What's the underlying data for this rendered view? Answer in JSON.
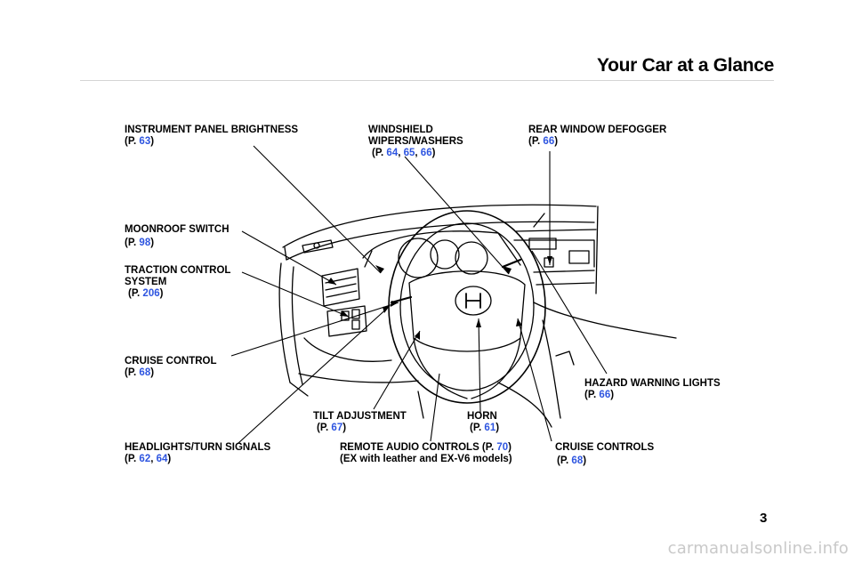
{
  "header": {
    "title": "Your Car at a Glance"
  },
  "page_number": "3",
  "watermark": "carmanualsonline.info",
  "callouts": {
    "instrument_panel": {
      "label": "INSTRUMENT  PANEL  BRIGHTNESS",
      "pre": "(P. ",
      "p1": "63",
      "post": ")"
    },
    "wipers": {
      "label1": "WINDSHIELD",
      "label2": "WIPERS/WASHERS",
      "pre": "(P. ",
      "p1": "64",
      "p2": "65",
      "p3": "66",
      "post": ")"
    },
    "defogger": {
      "label": "REAR WINDOW DEFOGGER",
      "pre": "(P. ",
      "p1": "66",
      "post": ")"
    },
    "moonroof": {
      "label": "MOONROOF  SWITCH",
      "pre": "(P. ",
      "p1": "98",
      "post": ")"
    },
    "traction": {
      "label1": "TRACTION CONTROL",
      "label2": "SYSTEM",
      "pre": "(P. ",
      "p1": "206",
      "post": ")"
    },
    "cruise_control": {
      "label": "CRUISE CONTROL",
      "pre": "(P. ",
      "p1": "68",
      "post": ")"
    },
    "hazard": {
      "label": "HAZARD  WARNING  LIGHTS",
      "pre": "(P. ",
      "p1": "66",
      "post": ")"
    },
    "tilt": {
      "label": "TILT  ADJUSTMENT",
      "pre": "(P. ",
      "p1": "67",
      "post": ")"
    },
    "horn": {
      "label": "HORN",
      "pre": "(P. ",
      "p1": "61",
      "post": ")"
    },
    "headlights": {
      "label": "HEADLIGHTS/TURN   SIGNALS",
      "pre": "(P. ",
      "p1": "62",
      "p2": "64",
      "post": ")"
    },
    "remote_audio": {
      "label1": "REMOTE AUDIO CONTROLS (P. ",
      "p1": "70",
      "label1_end": ")",
      "label2": "(EX with leather and EX-V6 models)"
    },
    "cruise_controls": {
      "label": "CRUISE CONTROLS",
      "pre": "(P. ",
      "p1": "68",
      "post": ")"
    }
  },
  "colors": {
    "page_link": "#2e55e0",
    "rule": "#d4d4d4",
    "watermark": "#c9c9c9"
  }
}
